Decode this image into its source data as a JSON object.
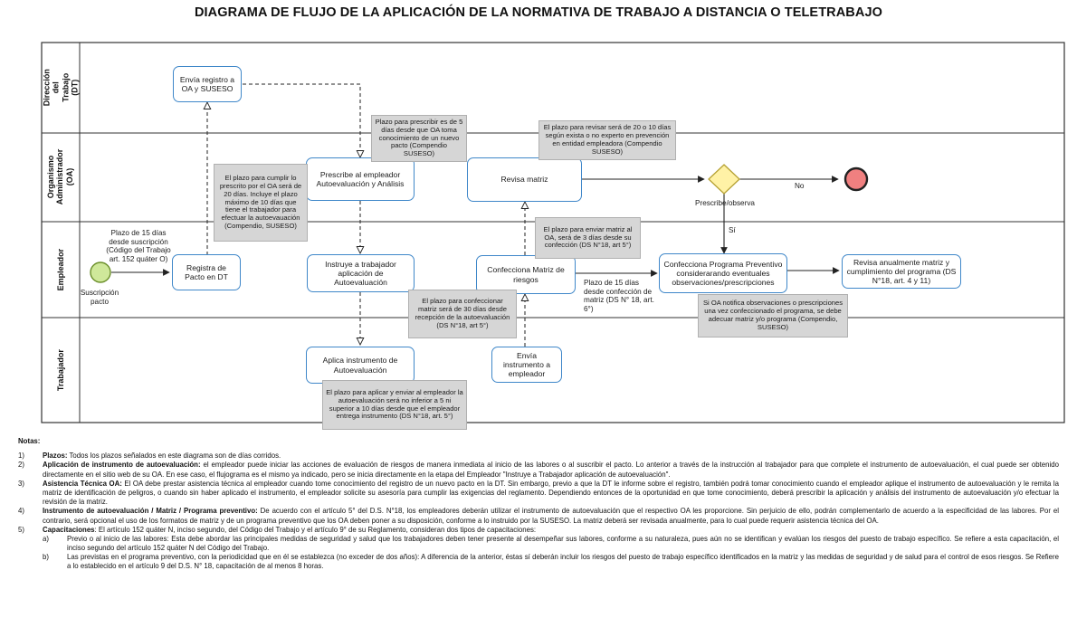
{
  "title": "DIAGRAMA DE FLUJO DE LA APLICACIÓN DE LA NORMATIVA DE TRABAJO A DISTANCIA O TELETRABAJO",
  "lanes": [
    {
      "id": "dt",
      "label": "Dirección del Trabajo (DT)"
    },
    {
      "id": "oa",
      "label": "Organismo Administrador (OA)"
    },
    {
      "id": "empleador",
      "label": "Empleador"
    },
    {
      "id": "trabajador",
      "label": "Trabajador"
    }
  ],
  "tasks": {
    "envia_registro": "Envía registro a OA y SUSESO",
    "prescribe": "Prescribe al empleador Autoevaluación y Análisis",
    "revisa_matriz": "Revisa matriz",
    "registra_pacto": "Registra de Pacto en DT",
    "instruye": "Instruye a trabajador aplicación de Autoevaluación",
    "confecciona_matriz": "Confecciona Matriz de riesgos",
    "confecciona_programa": "Confecciona Programa Preventivo considerarando eventuales observaciones/prescripciones",
    "revisa_anualmente": "Revisa anualmente matriz y cumplimiento del programa (DS N°18, art. 4 y 11)",
    "aplica": "Aplica instrumento de Autoevaluación",
    "envia_instrumento": "Envía instrumento a empleador"
  },
  "annotations": {
    "plazo_prescribir": "Plazo para prescribir es de 5 días desde que OA toma conocimiento de un nuevo pacto (Compendio SUSESO)",
    "plazo_revisar": "El plazo para revisar será de 20 o 10 días según exista o no experto en prevención en entidad empleadora (Compendio SUSESO)",
    "plazo_cumplir": "El plazo para cumplir lo prescrito por el OA será de 20 días. Incluye el plazo máximo de 10 días que tiene el trabajador para efectuar la autoevauación (Compendio, SUSESO)",
    "plazo_enviar": "El plazo para enviar matriz al OA, será de 3 días desde su confección (DS N°18, art 5°)",
    "plazo_confeccionar": "El plazo para confeccionar matriz será de 30 días desde recepción de la autoevaluación (DS N°18, art 5°)",
    "si_oa_notifica": "Si OA notifica observaciones o prescripciones una vez confeccionado el programa, se debe adecuar matriz y/o programa (Compendio, SUSESO)",
    "plazo_aplicar": "El plazo para aplicar y enviar al empleador la autoevaluación será no inferior a 5 ni superior a 10 días desde que el empleador entrega instrumento (DS N°18, art. 5°)"
  },
  "labels": {
    "plazo_15_suscripcion": "Plazo de 15 días desde suscripción (Código del Trabajo art. 152 quáter O)",
    "suscripcion": "Suscripción pacto",
    "plazo_15_confeccion": "Plazo de 15 días desde confección de matriz (DS N° 18, art. 6°)",
    "prescribe_observa": "Prescribe/observa",
    "no": "No",
    "si": "Sí"
  },
  "notes": {
    "heading": "Notas:",
    "items": [
      {
        "num": "1)",
        "title": "Plazos:",
        "text": " Todos los plazos señalados en este diagrama son de días corridos."
      },
      {
        "num": "2)",
        "title": "Aplicación de instrumento de autoevaluación:",
        "text": " el empleador puede iniciar las acciones de evaluación de riesgos de manera inmediata al inicio de las labores o al suscribir el pacto. Lo anterior a través de la instrucción al trabajador para que complete el instrumento de autoevaluación, el cual puede ser obtenido directamente en el sitio web de su OA. En ese caso, el flujograma es el mismo ya indicado, pero se inicia directamente en la etapa del Empleador \"Instruye a Trabajador aplicación de autoevaluación\"."
      },
      {
        "num": "3)",
        "title": "Asistencia Técnica OA:",
        "text": " El OA debe prestar asistencia técnica al empleador cuando tome conocimiento del registro de un nuevo pacto en la DT. Sin embargo, previo a que la DT le informe sobre el registro, también podrá tomar conocimiento cuando el empleador aplique el instrumento de autoevaluación y le remita la matriz de identificación de peligros, o cuando sin haber aplicado el instrumento, el empleador solicite su asesoría para cumplir las exigencias del reglamento. Dependiendo entonces de la oportunidad en que tome conocimiento, deberá prescribir la aplicación y análisis del instrumento de autoevaluación y/o efectuar la revisión de la matriz."
      },
      {
        "num": "4)",
        "title": "Instrumento de autoevaluación / Matriz / Programa preventivo:",
        "text": " De acuerdo con el artículo 5° del D.S. N°18, los empleadores deberán utilizar el instrumento de autoevaluación que el respectivo OA les proporcione. Sin perjuicio de ello, podrán complementarlo de acuerdo a la especificidad de las labores. Por el contrario, será opcional el uso de los formatos de matriz y de un programa preventivo que los OA deben poner a su disposición, conforme a lo instruido por la SUSESO. La matriz deberá ser revisada anualmente, para lo cual puede requerir asistencia técnica del OA."
      },
      {
        "num": "5)",
        "title": "Capacitaciones",
        "text": ": El artículo 152 quáter N, inciso segundo, del Código del Trabajo y el artículo 9° de su Reglamento, consideran dos tipos de capacitaciones:"
      }
    ],
    "subitems": [
      {
        "num": "a)",
        "text": "Previo o al inicio de las labores: Esta debe abordar las principales medidas de seguridad y salud que los trabajadores deben tener presente al desempeñar sus labores, conforme a su naturaleza, pues aún no se identifican y evalúan los riesgos del puesto de trabajo específico. Se refiere a esta capacitación, el inciso segundo del artículo 152 quáter N del Código del Trabajo."
      },
      {
        "num": "b)",
        "text": "Las previstas en el programa preventivo, con la periodicidad que en él se establezca (no exceder de dos años): A diferencia de la anterior, éstas sí deberán incluir los riesgos del puesto de trabajo específico identificados en la matriz y las medidas de seguridad y de salud para el control de esos riesgos. Se Refiere a lo establecido en el artículo 9 del D.S. N° 18, capacitación de al menos 8 horas."
      }
    ]
  }
}
